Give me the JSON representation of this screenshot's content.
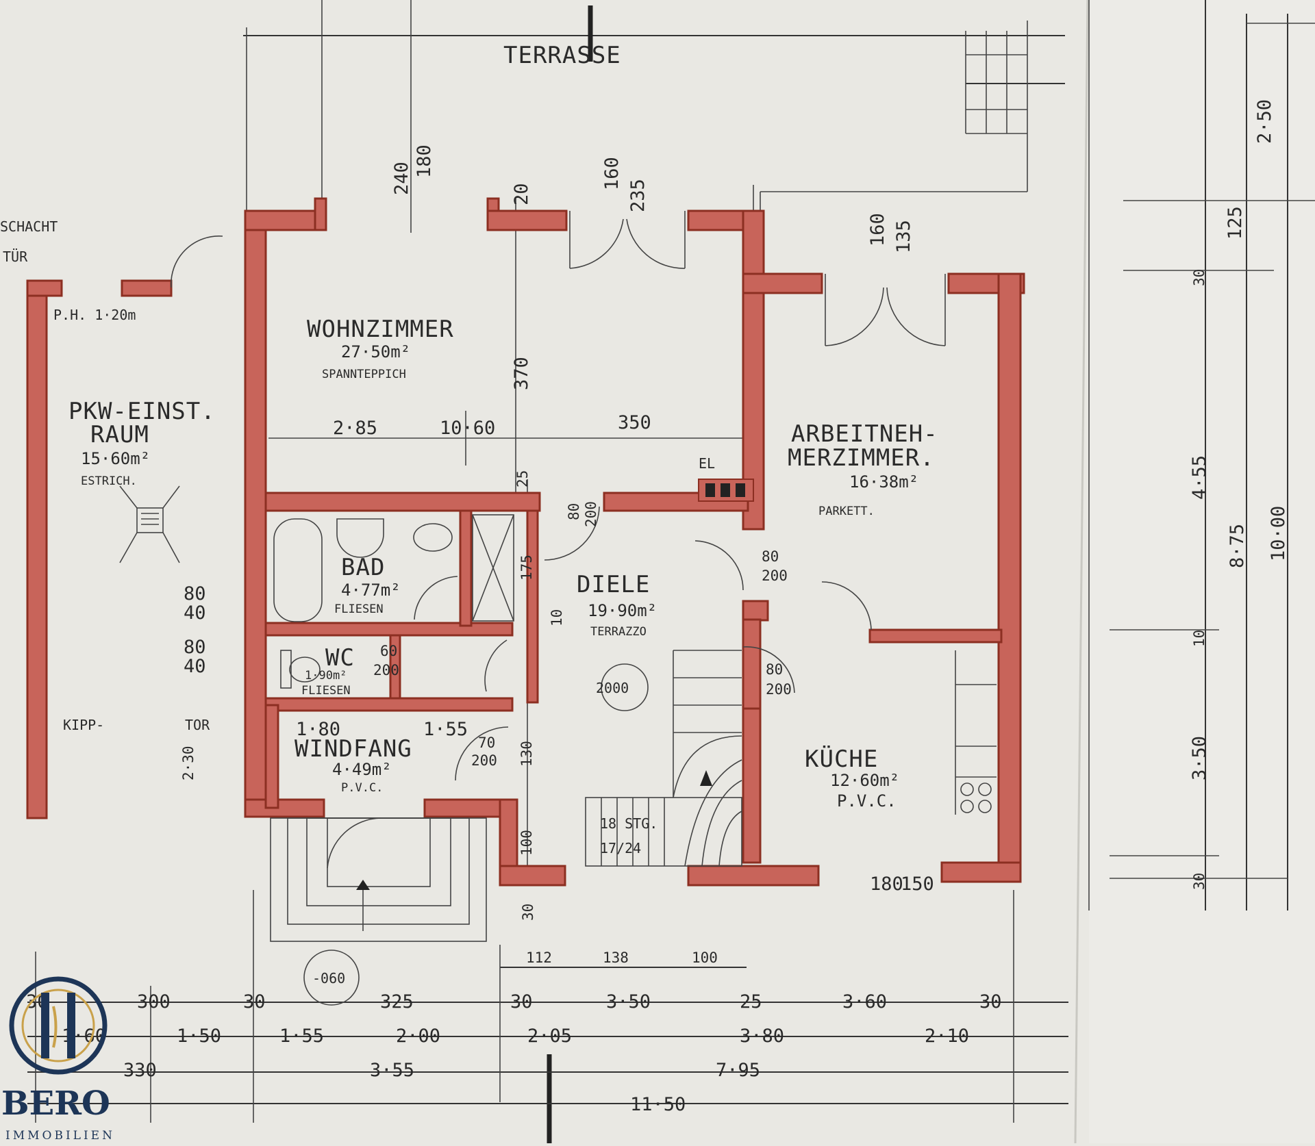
{
  "header": {
    "terrace_label": "TERRASSE"
  },
  "rooms": {
    "wohnzimmer": {
      "name": "WOHNZIMMER",
      "area": "27·50m²",
      "floor": "SPANNTEPPICH"
    },
    "pkw": {
      "name1": "PKW-EINST.",
      "name2": "RAUM",
      "area": "15·60m²",
      "floor": "ESTRICH."
    },
    "arbeit": {
      "name1": "ARBEITNEH-",
      "name2": "MERZIMMER.",
      "area": "16·38m²",
      "floor": "PARKETT."
    },
    "bad": {
      "name": "BAD",
      "area": "4·77m²",
      "floor": "FLIESEN"
    },
    "wc": {
      "name": "WC",
      "area": "1·90m²",
      "floor": "FLIESEN"
    },
    "diele": {
      "name": "DIELE",
      "area": "19·90m²",
      "floor": "TERRAZZO"
    },
    "windfang": {
      "name": "WINDFANG",
      "area": "4·49m²",
      "floor": "P.V.C."
    },
    "kueche": {
      "name": "KÜCHE",
      "area": "12·60m²",
      "floor": "P.V.C."
    }
  },
  "annotations": {
    "ph": "P.H. 1·20m",
    "schacht": "SCHACHT",
    "tuer": "TÜR",
    "kipp": "KIPP-",
    "tor": "TOR",
    "el": "EL",
    "stairs1": "18 STG.",
    "stairs2": "17/24",
    "circle_top": "2000",
    "circle_bottom": "-060"
  },
  "dims": {
    "d240": "240",
    "d180": "180",
    "d20": "20",
    "d160": "160",
    "d235": "235",
    "d160b": "160",
    "d135": "135",
    "d370": "370",
    "d285": "2·85",
    "d1060": "10·60",
    "d350": "350",
    "d25": "25",
    "d175": "175",
    "d10": "10",
    "d80a": "80",
    "d40a": "40",
    "d80b": "80",
    "d40b": "40",
    "d60": "60",
    "d200": "200",
    "d180b": "1·80",
    "d155": "1·55",
    "d70": "70",
    "d200b": "200",
    "d130": "130",
    "d100": "100",
    "d80c": "80",
    "d200c": "200",
    "d80d": "80",
    "d200d": "200",
    "d80e": "80",
    "d200e": "200",
    "d230": "2·30",
    "d30a": "30",
    "d180c": "180",
    "d150c": "150",
    "d112": "112",
    "d138": "138",
    "d100b": "100"
  },
  "right_dims": {
    "d250": "2·50",
    "d125": "125",
    "d30": "30",
    "d455": "4·55",
    "d875": "8·75",
    "d1000": "10·00",
    "d10": "10",
    "d350": "3·50",
    "d30b": "30"
  },
  "bottom_dims": {
    "row1": [
      "30",
      "300",
      "30",
      "325",
      "30",
      "3·50",
      "25",
      "3·60",
      "30"
    ],
    "row2": [
      "1·60",
      "1·50",
      "1·55",
      "2·00",
      "2·05",
      "3·80",
      "2·10"
    ],
    "row3": [
      "330",
      "3·55",
      "7·95"
    ],
    "row4": [
      "11·50"
    ]
  },
  "brand": {
    "name": "BERO",
    "sub": "IMMOBILIEN"
  },
  "colors": {
    "wall": "#c8645a",
    "wall_stroke": "#8c2f22",
    "paper": "#e9e8e3",
    "ink": "#2a2a2a",
    "brand": "#1d3557"
  }
}
